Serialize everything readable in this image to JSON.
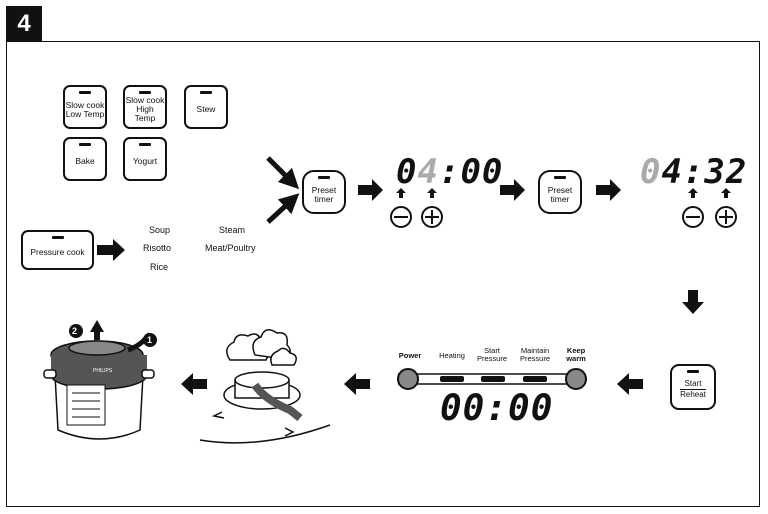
{
  "step_number": "4",
  "program_buttons": {
    "slow_cook_low": [
      "Slow cook",
      "Low Temp"
    ],
    "slow_cook_high": [
      "Slow cook",
      "High Temp"
    ],
    "stew": "Stew",
    "bake": "Bake",
    "yogurt": "Yogurt",
    "pressure_cook": "Pressure cook"
  },
  "pressure_menus": {
    "col1": [
      "Soup",
      "Risotto",
      "Rice"
    ],
    "col2": [
      "Steam",
      "Meat/Poultry"
    ]
  },
  "preset_button": [
    "Preset",
    "timer"
  ],
  "display_1": {
    "hours": "0",
    "dim_digit": "4",
    "rest": ":00"
  },
  "display_2": {
    "dim_part": "0",
    "bright": "4:32"
  },
  "start_button": [
    "Start",
    "Reheat"
  ],
  "panel_labels": {
    "power": "Power",
    "heating": "Heating",
    "start_pressure": [
      "Start",
      "Pressure"
    ],
    "maintain_pressure": [
      "Maintain",
      "Pressure"
    ],
    "keep_warm": [
      "Keep",
      "warm"
    ]
  },
  "display_3": "00:00",
  "brand": "PHILIPS",
  "lid_steps": [
    "2",
    "1"
  ],
  "colors": {
    "ink": "#111111",
    "dim_digit": "#aaaaaa",
    "indicator": "#888888"
  }
}
